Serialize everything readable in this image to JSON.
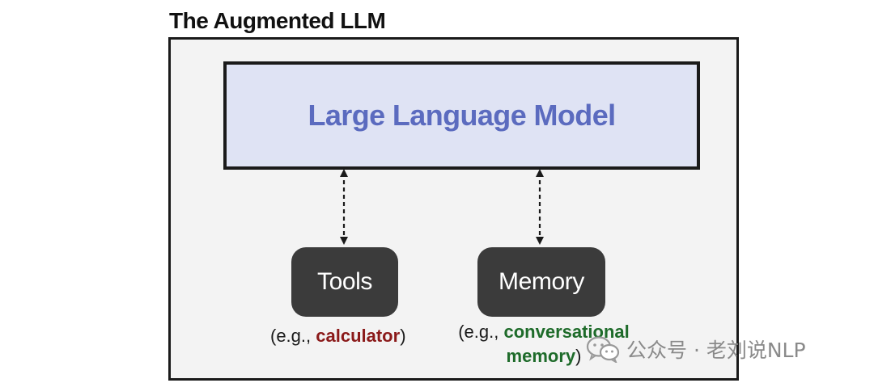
{
  "title": "The Augmented LLM",
  "llm": {
    "label": "Large Language Model",
    "text_color": "#5b6bbf",
    "fill_color": "#dfe3f4"
  },
  "tools": {
    "label": "Tools",
    "caption_prefix": "(e.g., ",
    "caption_highlight": "calculator",
    "caption_suffix": ")",
    "highlight_color": "#8b1a1a"
  },
  "memory": {
    "label": "Memory",
    "caption_prefix": "(e.g., ",
    "caption_highlight_line1": "conversational",
    "caption_highlight_line2": "memory",
    "caption_suffix": ")",
    "highlight_color": "#1e6b2a"
  },
  "connections": [
    {
      "from": "Large Language Model",
      "to": "Tools",
      "style": "dashed",
      "direction": "bidirectional"
    },
    {
      "from": "Large Language Model",
      "to": "Memory",
      "style": "dashed",
      "direction": "bidirectional"
    }
  ],
  "watermark": {
    "text": "公众号 · 老刘说NLP",
    "icon": "wechat-icon"
  }
}
